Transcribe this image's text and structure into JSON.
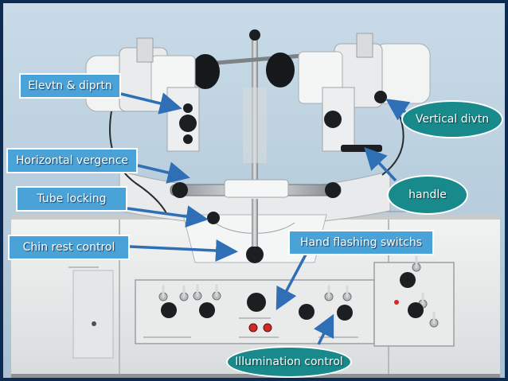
{
  "labels": {
    "elevation": "Elevtn & diprtn",
    "horizontal_vergence": "Horizontal vergence",
    "tube_locking": "Tube locking",
    "chin_rest": "Chin rest control",
    "hand_flashing": "Hand flashing switchs",
    "vertical_divtn": "Vertical divtn",
    "handle": "handle",
    "illumination": "Illumination control"
  },
  "colors": {
    "rect_label_bg": "#4aa3d8",
    "oval_label_bg": "#188a8c",
    "arrow": "#2f6fb5",
    "background": "#0d2a52"
  },
  "icons": [
    "arrow-icon"
  ]
}
